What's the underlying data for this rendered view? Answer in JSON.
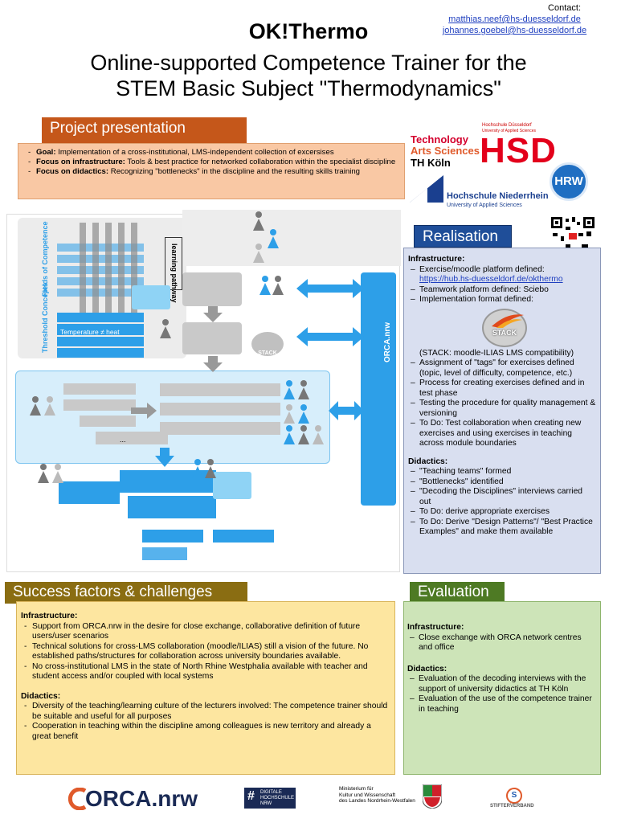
{
  "contact": {
    "label": "Contact:",
    "emails": [
      "matthias.neef@hs-duesseldorf.de",
      "johannes.goebel@hs-duesseldorf.de "
    ]
  },
  "title": {
    "main": "OK!Thermo",
    "sub_line1": "Online-supported Competence Trainer for the",
    "sub_line2": "STEM Basic Subject \"Thermodynamics\""
  },
  "project": {
    "header": "Project presentation",
    "items": [
      {
        "label": "Goal:",
        "text": " Implementation of a cross-institutional, LMS-independent collection of excersises"
      },
      {
        "label": "Focus on infrastructure:",
        "text": " Tools & best practice for networked collaboration within the specialist discipline"
      },
      {
        "label": "Focus on didactics:",
        "text": " Recognizing \"bottlenecks\" in the discipline and the resulting skills training"
      }
    ]
  },
  "logos": {
    "th_line1": "Technology",
    "th_line2": "Arts Sciences",
    "th_line3": "TH Köln",
    "hsd_small1": "Hochschule Düsseldorf",
    "hsd_small2": "University of Applied Sciences",
    "hsd": "HSD",
    "hrw": "HRW",
    "hn_line1": "Hochschule Niederrhein",
    "hn_line2": "University of Applied Sciences",
    "orca": "ORCA.nrw",
    "dh_line1": "DIGITALE",
    "dh_line2": "HOCHSCHULE",
    "dh_line3": "NRW",
    "min_line1": "Ministerium für",
    "min_line2": "Kultur und Wissenschaft",
    "min_line3": "des Landes Nordrhein-Westfalen",
    "stifter": "STIFTERVERBAND"
  },
  "diagram": {
    "fields": "Fields of Competence",
    "threshold": "Threshold Concepts",
    "learning": "learning pathway",
    "temp": "Temperature ≠ heat",
    "dots": "...",
    "orca": "ORCA.nrw",
    "stack": "STACK"
  },
  "realisation": {
    "header": "Realisation",
    "infra_title": "Infrastructure:",
    "infra1": "Exercise/moodle platform defined:",
    "infra1_link": "https://hub.hs-duesseldorf.de/okthermo",
    "infra2": "Teamwork platform defined: Sciebo",
    "infra3": "Implementation format defined:",
    "stack_note": "(STACK: moodle-ILIAS LMS compatibility)",
    "infra_more": [
      "Assignment of \"tags\" for exercises defined (topic, level of difficulty, competence, etc.)",
      "Process for creating exercises defined and in test phase",
      "Testing the procedure for quality management & versioning",
      "To Do: Test collaboration when creating new exercises and using exercises in teaching across module boundaries"
    ],
    "did_title": "Didactics:",
    "did": [
      "\"Teaching teams\" formed",
      "\"Bottlenecks\" identified",
      "\"Decoding the Disciplines\" interviews carried out",
      "To Do: derive appropriate exercises",
      "To Do: Derive \"Design Patterns\"/ \"Best Practice Examples\" and make them available"
    ]
  },
  "success": {
    "header": "Success factors & challenges",
    "infra_title": "Infrastructure:",
    "infra": [
      "Support from ORCA.nrw in the desire for close exchange, collaborative definition of future users/user scenarios",
      "Technical solutions for cross-LMS collaboration (moodle/ILIAS) still a vision of the future. No established paths/structures for collaboration across university boundaries available.",
      "No cross-institutional LMS in the state of North Rhine Westphalia available with teacher and student access and/or coupled with local systems"
    ],
    "did_title": "Didactics:",
    "did": [
      "Diversity of the teaching/learning culture of the lecturers involved: The competence trainer should be suitable and useful for all purposes",
      "Cooperation in teaching within the discipline among colleagues is new territory and already a great benefit"
    ]
  },
  "evaluation": {
    "header": "Evaluation",
    "infra_title": "Infrastructure:",
    "infra": [
      "Close exchange with ORCA network centres and office"
    ],
    "did_title": "Didactics:",
    "did": [
      "Evaluation of the decoding interviews with the support of university didactics at TH Köln",
      "Evaluation of the use of the competence trainer in teaching"
    ]
  }
}
